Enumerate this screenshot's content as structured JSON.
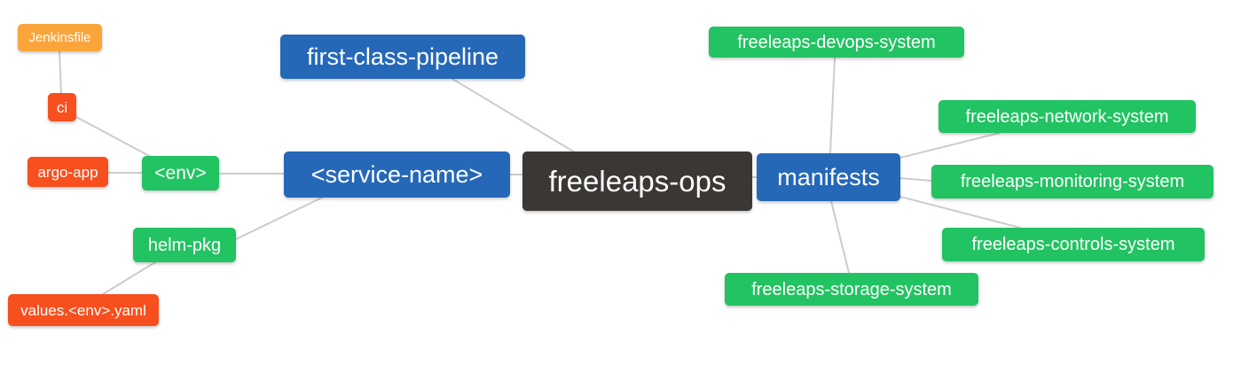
{
  "palette": {
    "blue": "#2568b8",
    "green": "#22c362",
    "orange": "#f9a53b",
    "red": "#f84f1e",
    "dark": "#3b3735",
    "edge_gray": "#cccccc",
    "text_white": "#ffffff",
    "background": "#ffffff"
  },
  "nodes": [
    {
      "id": "freeleaps-ops",
      "label": "freeleaps-ops",
      "color": "#3b3735"
    },
    {
      "id": "first-class-pipeline",
      "label": "first-class-pipeline",
      "color": "#2568b8"
    },
    {
      "id": "service-name",
      "label": "<service-name>",
      "color": "#2568b8"
    },
    {
      "id": "manifests",
      "label": "manifests",
      "color": "#2568b8"
    },
    {
      "id": "env",
      "label": "<env>",
      "color": "#22c362"
    },
    {
      "id": "helm-pkg",
      "label": "helm-pkg",
      "color": "#22c362"
    },
    {
      "id": "ci",
      "label": "ci",
      "color": "#f84f1e"
    },
    {
      "id": "argo-app",
      "label": "argo-app",
      "color": "#f84f1e"
    },
    {
      "id": "jenkinsfile",
      "label": "Jenkinsfile",
      "color": "#f9a53b"
    },
    {
      "id": "values-env-yaml",
      "label": "values.<env>.yaml",
      "color": "#f84f1e"
    },
    {
      "id": "freeleaps-devops-system",
      "label": "freeleaps-devops-system",
      "color": "#22c362"
    },
    {
      "id": "freeleaps-network-system",
      "label": "freeleaps-network-system",
      "color": "#22c362"
    },
    {
      "id": "freeleaps-monitoring-system",
      "label": "freeleaps-monitoring-system",
      "color": "#22c362"
    },
    {
      "id": "freeleaps-controls-system",
      "label": "freeleaps-controls-system",
      "color": "#22c362"
    },
    {
      "id": "freeleaps-storage-system",
      "label": "freeleaps-storage-system",
      "color": "#22c362"
    }
  ],
  "edges": [
    {
      "from": "jenkinsfile",
      "to": "ci"
    },
    {
      "from": "ci",
      "to": "env"
    },
    {
      "from": "argo-app",
      "to": "env"
    },
    {
      "from": "env",
      "to": "service-name"
    },
    {
      "from": "helm-pkg",
      "to": "service-name"
    },
    {
      "from": "values-env-yaml",
      "to": "helm-pkg"
    },
    {
      "from": "first-class-pipeline",
      "to": "freeleaps-ops"
    },
    {
      "from": "service-name",
      "to": "freeleaps-ops"
    },
    {
      "from": "freeleaps-ops",
      "to": "manifests"
    },
    {
      "from": "manifests",
      "to": "freeleaps-devops-system"
    },
    {
      "from": "manifests",
      "to": "freeleaps-network-system"
    },
    {
      "from": "manifests",
      "to": "freeleaps-monitoring-system"
    },
    {
      "from": "manifests",
      "to": "freeleaps-controls-system"
    },
    {
      "from": "manifests",
      "to": "freeleaps-storage-system"
    }
  ]
}
